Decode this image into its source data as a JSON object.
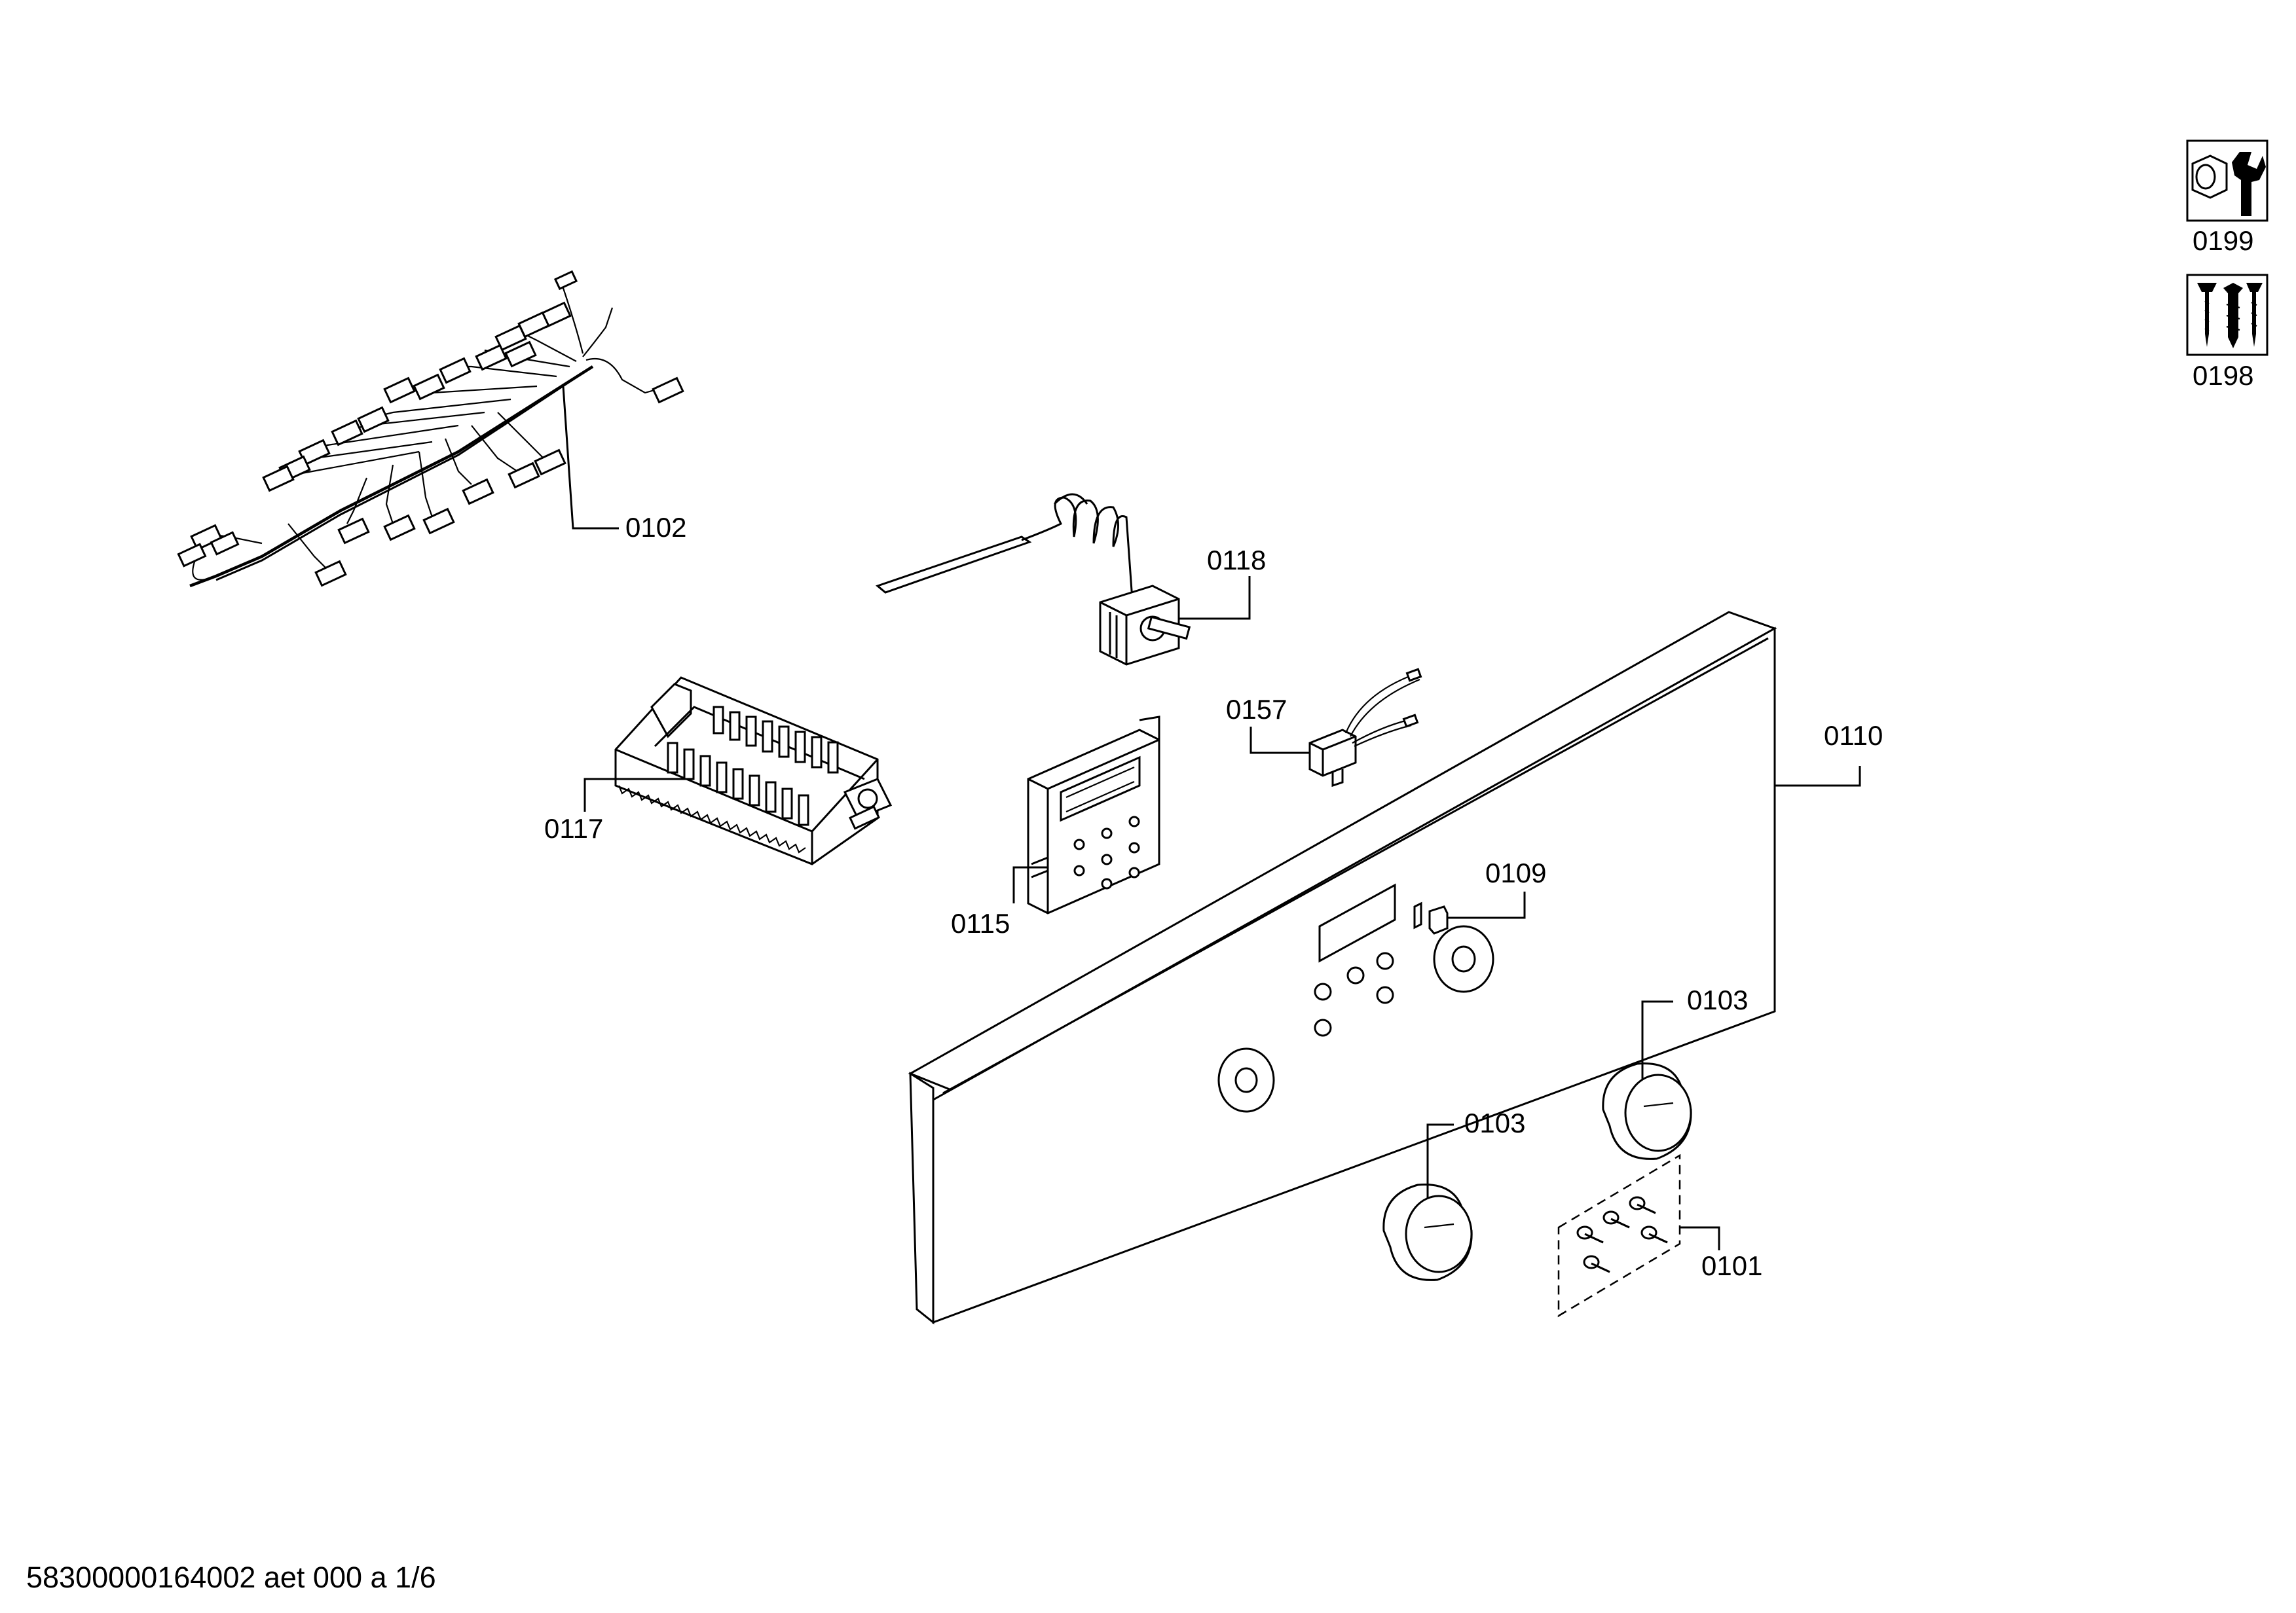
{
  "parts": {
    "p0102": "0102",
    "p0118": "0118",
    "p0157": "0157",
    "p0110": "0110",
    "p0117": "0117",
    "p0115": "0115",
    "p0109": "0109",
    "p0103a": "0103",
    "p0103b": "0103",
    "p0101": "0101",
    "p0199": "0199",
    "p0198": "0198"
  },
  "footer": {
    "doc_id": "58300000164002 aet 000 a 1/6"
  },
  "icons": {
    "tools": "wrench-icon",
    "screws": "screws-icon"
  }
}
